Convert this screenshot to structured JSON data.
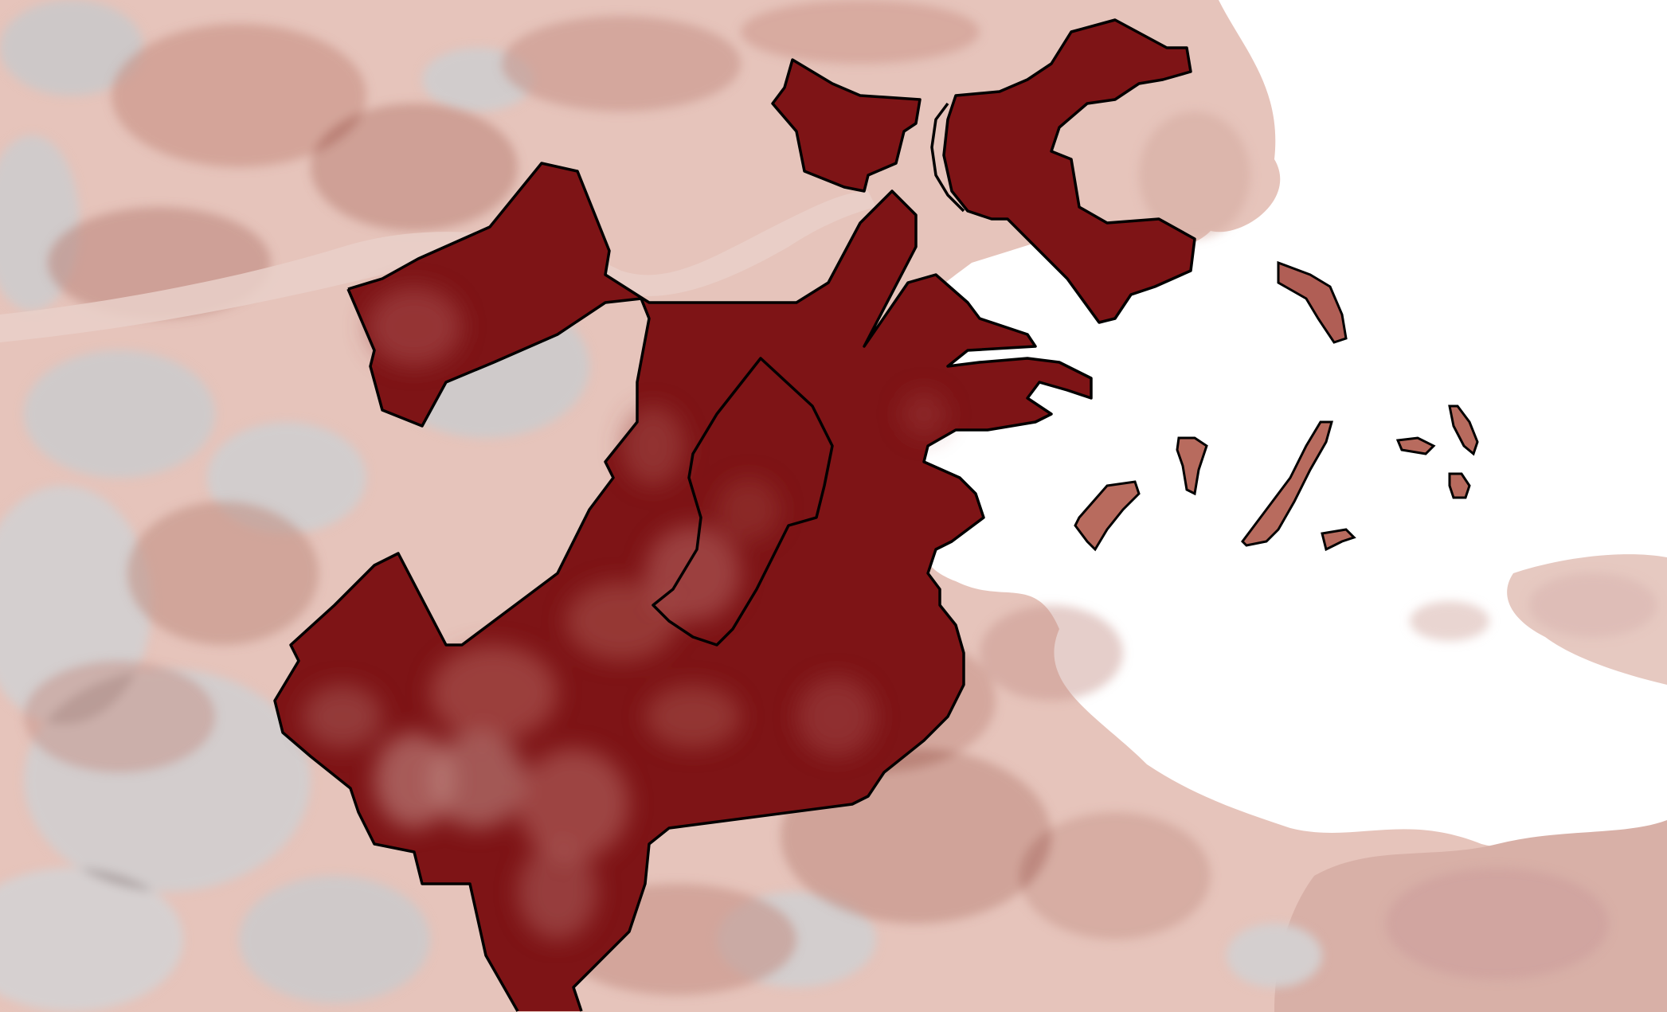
{
  "map": {
    "kind": "choropleth-density-overlay",
    "labels_shown": false,
    "legend_shown": false,
    "colors": {
      "water": "#ffffff",
      "background_low": "#e6c4bb",
      "background_mid": "#c99185",
      "background_grey": "#cfcbcb",
      "highlight_region": "#7e1416",
      "island_fill": "#b86b5e",
      "boundary_stroke": "#000000"
    },
    "layers": [
      {
        "name": "surrounding-density",
        "color": "#c99185"
      },
      {
        "name": "city-region",
        "color": "#7e1416"
      },
      {
        "name": "harbor-islands",
        "color": "#b86b5e"
      },
      {
        "name": "city-boundary-outline",
        "color": "#000000"
      }
    ]
  }
}
